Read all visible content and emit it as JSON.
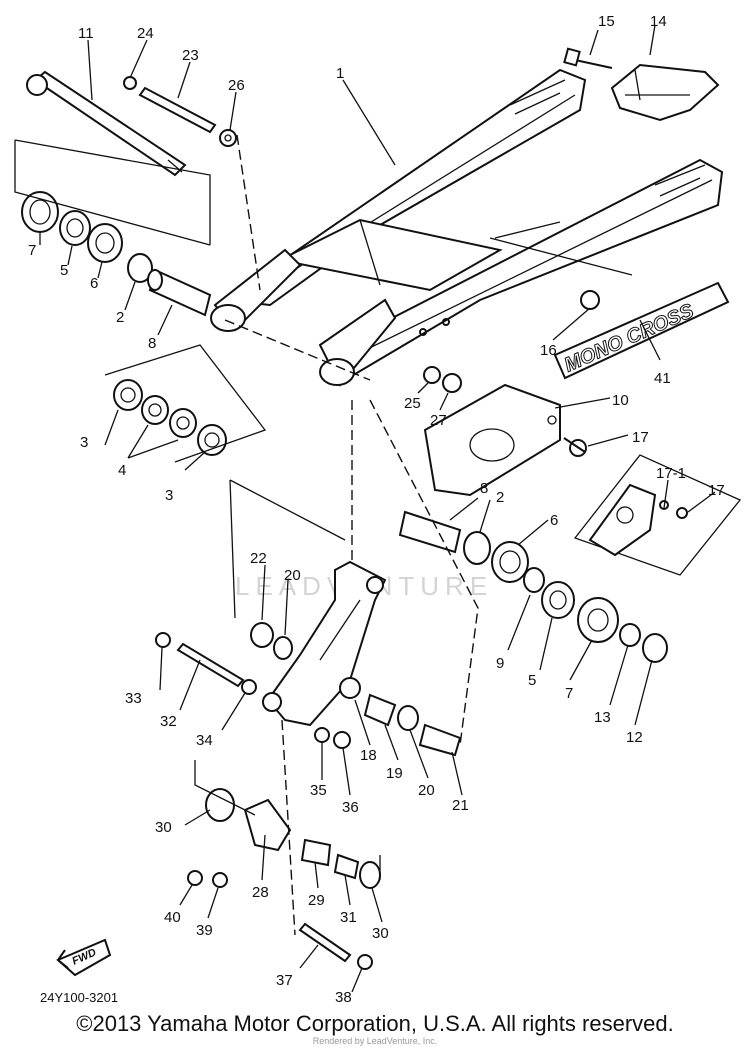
{
  "diagram": {
    "drawing_code": "24Y100-3201",
    "fwd_label": "FWD",
    "decal_text": "MONO CROSS",
    "watermark": "LEADVENTURE",
    "callouts": [
      {
        "id": "c1",
        "text": "1"
      },
      {
        "id": "c11",
        "text": "11"
      },
      {
        "id": "c24",
        "text": "24"
      },
      {
        "id": "c23",
        "text": "23"
      },
      {
        "id": "c26",
        "text": "26"
      },
      {
        "id": "c15",
        "text": "15"
      },
      {
        "id": "c14",
        "text": "14"
      },
      {
        "id": "c7a",
        "text": "7"
      },
      {
        "id": "c5a",
        "text": "5"
      },
      {
        "id": "c6a",
        "text": "6"
      },
      {
        "id": "c2a",
        "text": "2"
      },
      {
        "id": "c8a",
        "text": "8"
      },
      {
        "id": "c16",
        "text": "16"
      },
      {
        "id": "c41",
        "text": "41"
      },
      {
        "id": "c25",
        "text": "25"
      },
      {
        "id": "c27",
        "text": "27"
      },
      {
        "id": "c10",
        "text": "10"
      },
      {
        "id": "c17a",
        "text": "17"
      },
      {
        "id": "c171",
        "text": "17-1"
      },
      {
        "id": "c17b",
        "text": "17"
      },
      {
        "id": "c3a",
        "text": "3"
      },
      {
        "id": "c4",
        "text": "4"
      },
      {
        "id": "c3b",
        "text": "3"
      },
      {
        "id": "c8b",
        "text": "8"
      },
      {
        "id": "c2b",
        "text": "2"
      },
      {
        "id": "c6b",
        "text": "6"
      },
      {
        "id": "c22",
        "text": "22"
      },
      {
        "id": "c20a",
        "text": "20"
      },
      {
        "id": "c9",
        "text": "9"
      },
      {
        "id": "c5b",
        "text": "5"
      },
      {
        "id": "c7b",
        "text": "7"
      },
      {
        "id": "c13",
        "text": "13"
      },
      {
        "id": "c12",
        "text": "12"
      },
      {
        "id": "c33",
        "text": "33"
      },
      {
        "id": "c32",
        "text": "32"
      },
      {
        "id": "c34",
        "text": "34"
      },
      {
        "id": "c18",
        "text": "18"
      },
      {
        "id": "c19",
        "text": "19"
      },
      {
        "id": "c20b",
        "text": "20"
      },
      {
        "id": "c21",
        "text": "21"
      },
      {
        "id": "c35",
        "text": "35"
      },
      {
        "id": "c36",
        "text": "36"
      },
      {
        "id": "c30a",
        "text": "30"
      },
      {
        "id": "c28",
        "text": "28"
      },
      {
        "id": "c29",
        "text": "29"
      },
      {
        "id": "c31",
        "text": "31"
      },
      {
        "id": "c30b",
        "text": "30"
      },
      {
        "id": "c40",
        "text": "40"
      },
      {
        "id": "c39",
        "text": "39"
      },
      {
        "id": "c37",
        "text": "37"
      },
      {
        "id": "c38",
        "text": "38"
      }
    ]
  },
  "footer": {
    "copyright": "©2013 Yamaha Motor Corporation, U.S.A. All rights reserved.",
    "rendered_by": "Rendered by LeadVenture, Inc."
  }
}
